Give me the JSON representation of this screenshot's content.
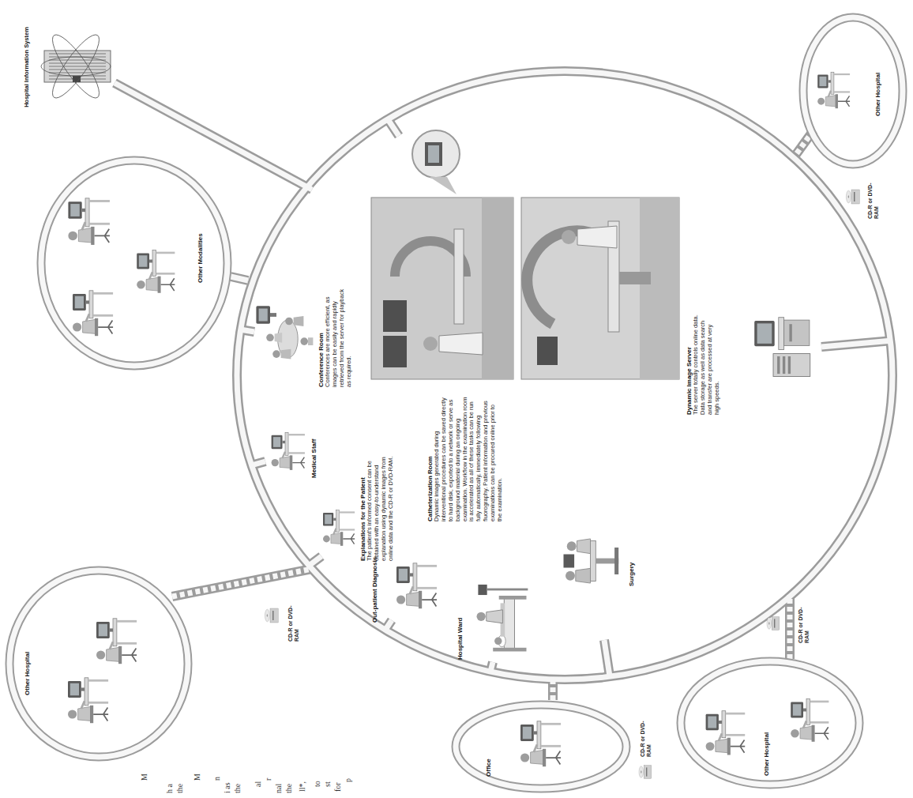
{
  "diagram": {
    "nodes": [
      {
        "text": [
          "Hospital Information System"
        ]
      },
      {
        "text": [
          "Other Modalities"
        ]
      },
      {
        "text": [
          "Other Hospital"
        ]
      },
      {
        "text": [
          "Conference Room",
          "Conferences are more efficient, as images can be easily and rapidly retrieved from the server for playback as required."
        ]
      },
      {
        "text": [
          "Medical Staff"
        ]
      },
      {
        "text": [
          "Explanations for the Patient",
          "The patient's informed consent can be obtained with an easy-to-understand explanation using dynamic images from online data and the CD-R or DVD-RAM."
        ]
      },
      {
        "text": [
          "Catheterization Room",
          "Dynamic images generated during interventional procedures can be saved directly to hard disk, exported to a network or serve as background material during an ongoing examination. Workflow in the examination room is accelerated as all of these tasks can be run fully automatically, immediately following fluorography. Patient information and previous examinations can be procured online prior to the examination."
        ]
      },
      {
        "text": [
          "Out-patient Diagnosis"
        ]
      },
      {
        "text": [
          "Hospital Ward"
        ]
      },
      {
        "text": [
          "Surgery"
        ]
      },
      {
        "text": [
          "Dynamic Image Server",
          "The server totally controls online data. Data storage as well as data search and transfer are processed at very high speeds."
        ]
      },
      {
        "text": [
          "Office"
        ]
      },
      {
        "text": [
          "Other Hospital"
        ]
      },
      {
        "text": [
          "Other Hospital"
        ]
      }
    ],
    "labels": [
      "M",
      "h a",
      "the",
      "M",
      "n",
      "i as",
      "the",
      "al",
      "r",
      "nal",
      "the",
      "ll*,",
      "to",
      "st",
      "for",
      "p",
      "CD-R or DVD-RAM",
      "CD-R or DVD-RAM",
      "CD-R or DVD-RAM",
      "CD-R or DVD-RAM"
    ]
  }
}
